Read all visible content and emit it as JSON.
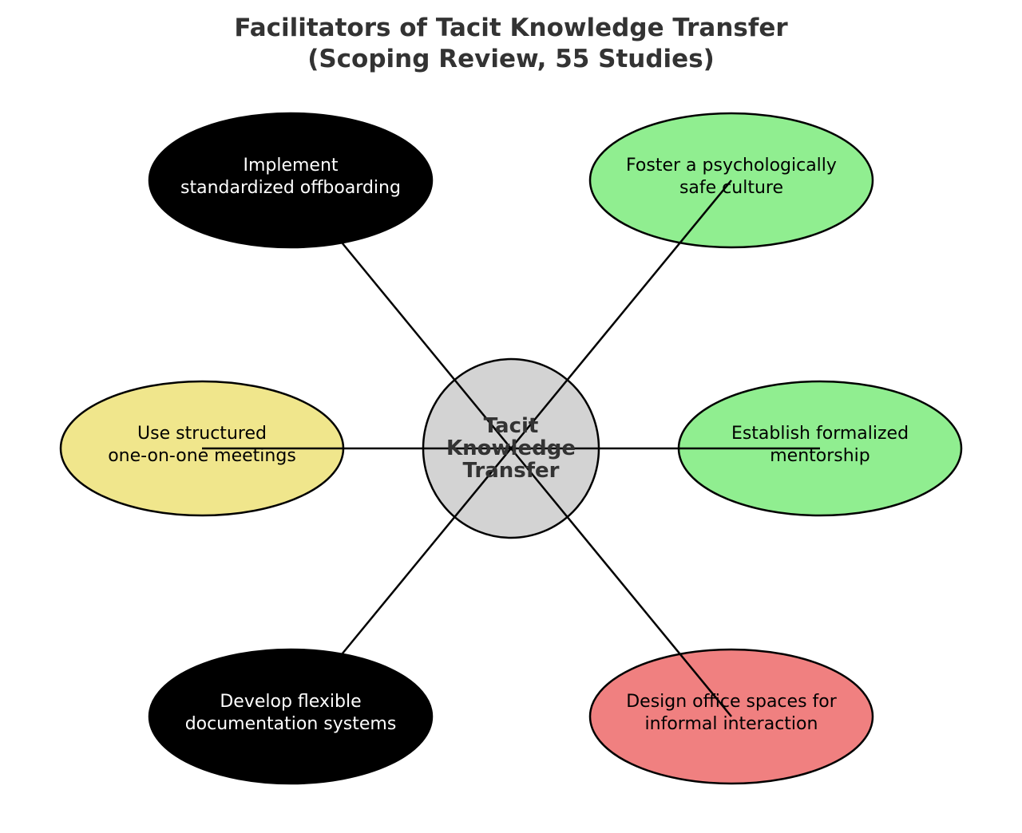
{
  "title": {
    "line1": "Facilitators of Tacit Knowledge Transfer",
    "line2": "(Scoping Review, 55 Studies)"
  },
  "center": {
    "lines": [
      "Tacit",
      "Knowledge",
      "Transfer"
    ],
    "fill": "#d3d3d3",
    "text_color": "#333333"
  },
  "nodes": [
    {
      "id": "offboarding",
      "lines": [
        "Implement",
        "standardized offboarding"
      ],
      "fill": "#000000",
      "text_color": "#ffffff"
    },
    {
      "id": "culture",
      "lines": [
        "Foster a psychologically",
        "safe culture"
      ],
      "fill": "#90ee90",
      "text_color": "#000000"
    },
    {
      "id": "one-on-one",
      "lines": [
        "Use structured",
        "one-on-one meetings"
      ],
      "fill": "#f0e68c",
      "text_color": "#000000"
    },
    {
      "id": "mentorship",
      "lines": [
        "Establish formalized",
        "mentorship"
      ],
      "fill": "#90ee90",
      "text_color": "#000000"
    },
    {
      "id": "documentation",
      "lines": [
        "Develop flexible",
        "documentation systems"
      ],
      "fill": "#000000",
      "text_color": "#ffffff"
    },
    {
      "id": "office",
      "lines": [
        "Design office spaces for",
        "informal interaction"
      ],
      "fill": "#f08080",
      "text_color": "#000000"
    }
  ]
}
